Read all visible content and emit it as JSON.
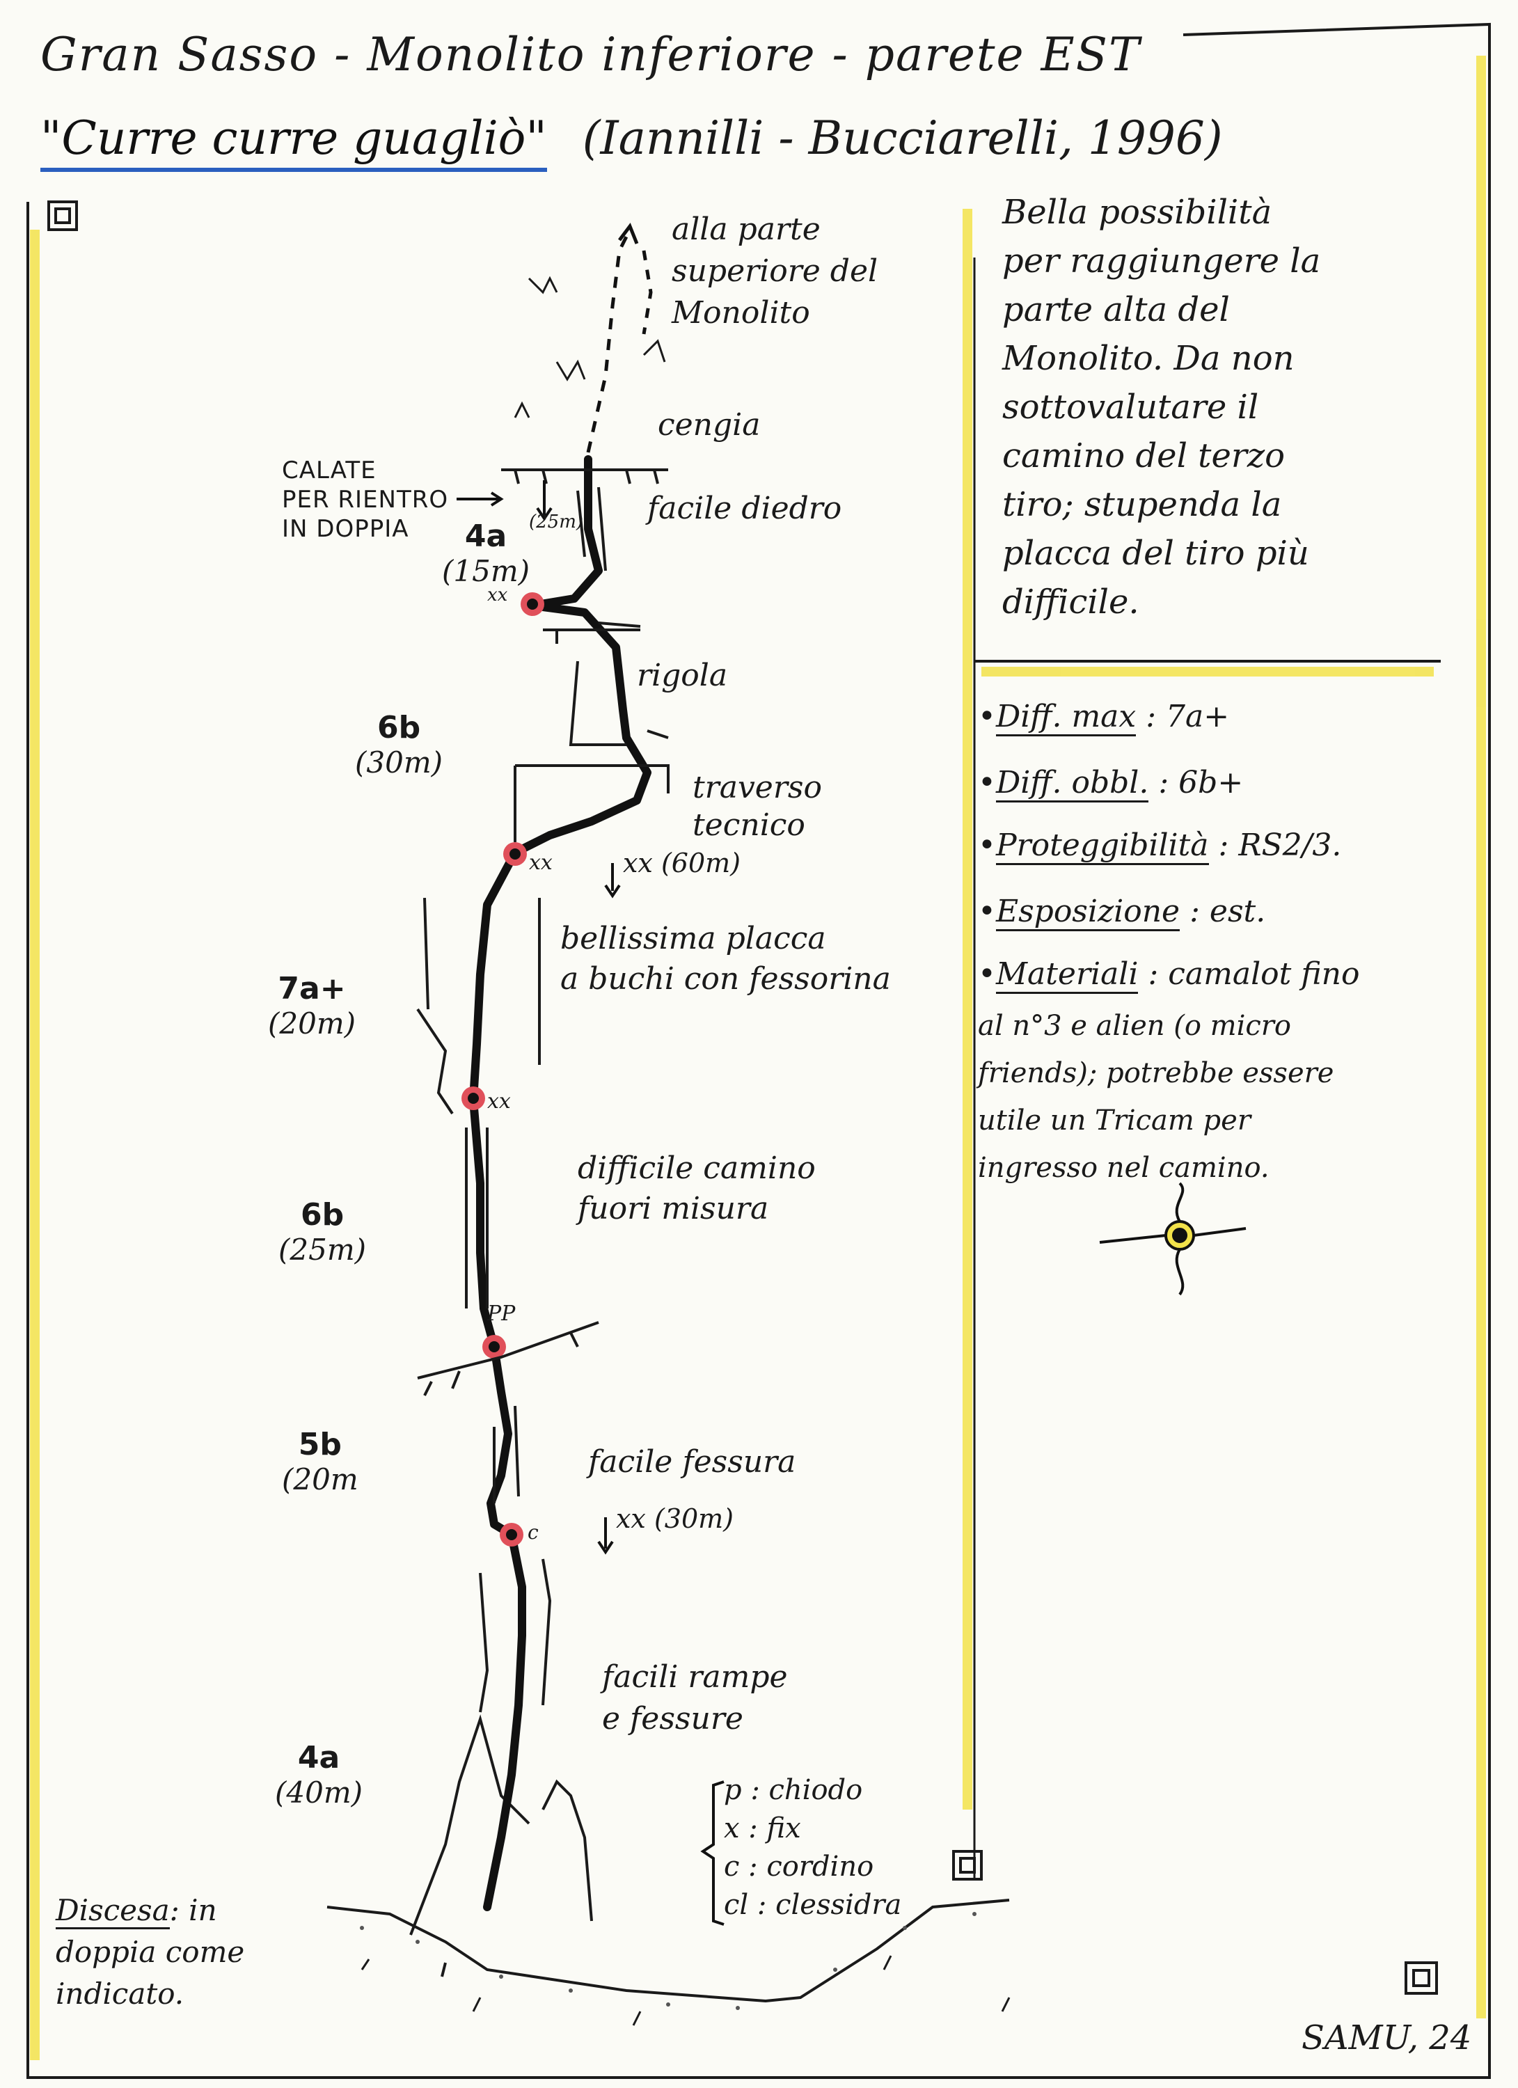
{
  "title": {
    "line1": "Gran Sasso - Monolito inferiore - parete EST",
    "route_name": "\"Curre curre guagliò\"",
    "authors": "(Iannilli - Bucciarelli, 1996)"
  },
  "route_labels": {
    "top_exit": [
      "alla parte",
      "superiore del",
      "Monolito"
    ],
    "cengia": "cengia",
    "rappel_note": [
      "CALATE",
      "PER RIENTRO",
      "IN DOPPIA"
    ],
    "rappel_len_top": "(25m)",
    "facile_diedro": "facile diedro",
    "rigola": "rigola",
    "traverso": [
      "traverso",
      "tecnico"
    ],
    "rappel_60": "xx (60m)",
    "placca": [
      "bellissima placca",
      "a buchi con fessorina"
    ],
    "camino": [
      "difficile camino",
      "fuori misura"
    ],
    "fessura": "facile fessura",
    "rappel_30": "xx (30m)",
    "rampe": [
      "facili rampe",
      "e fessure"
    ],
    "belay_xx": "xx",
    "pp": "PP",
    "c_mark": "c"
  },
  "pitches": [
    {
      "grade": "4a",
      "length": "(15m)"
    },
    {
      "grade": "6b",
      "length": "(30m)"
    },
    {
      "grade": "7a+",
      "length": "(20m)"
    },
    {
      "grade": "6b",
      "length": "(25m)"
    },
    {
      "grade": "5b",
      "length": "(20m"
    },
    {
      "grade": "4a",
      "length": "(40m)"
    }
  ],
  "legend": [
    {
      "sym": "p",
      "text": ": chiodo"
    },
    {
      "sym": "x",
      "text": ": fix"
    },
    {
      "sym": "c",
      "text": ": cordino"
    },
    {
      "sym": "cl",
      "text": ": clessidra"
    }
  ],
  "descent": {
    "label": "Discesa",
    "text": ": in",
    "line2": "doppia come",
    "line3": "indicato."
  },
  "description": [
    "Bella possibilità",
    "per raggiungere la",
    "parte alta del",
    "Monolito. Da non",
    "sottovalutare il",
    "camino del terzo",
    "tiro; stupenda la",
    "placca del tiro più",
    "difficile."
  ],
  "info": {
    "diff_max_label": "Diff. max",
    "diff_max": ": 7a+",
    "diff_obbl_label": "Diff. obbl.",
    "diff_obbl": ": 6b+",
    "prot_label": "Proteggibilità",
    "prot": ": RS2/3.",
    "esp_label": "Esposizione",
    "esp": ": est.",
    "mat_label": "Materiali",
    "mat_lines": [
      ": camalot fino",
      "al n°3 e alien (o micro",
      "friends); potrebbe essere",
      "utile un Tricam per",
      "ingresso nel camino."
    ]
  },
  "signature": "SAMU, 24",
  "colors": {
    "frame_accent": "#f2e24a",
    "belay": "#e0505a",
    "underline": "#2b5fbf",
    "ink": "#1a1a1a"
  }
}
